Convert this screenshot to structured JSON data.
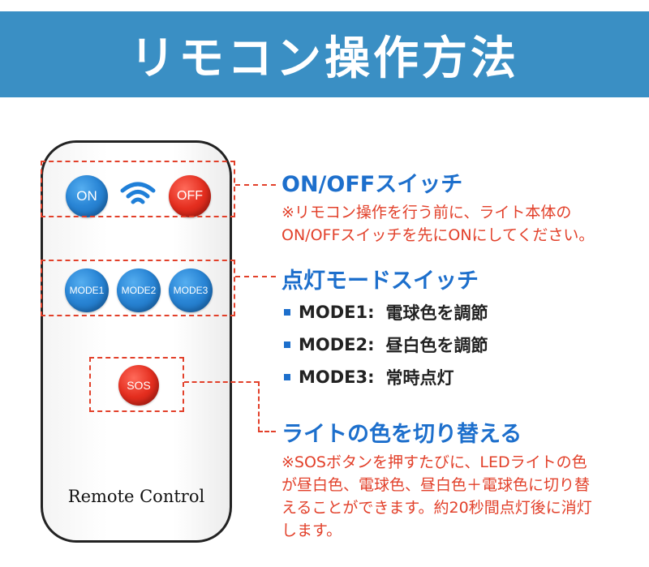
{
  "header": {
    "title": "リモコン操作方法"
  },
  "remote": {
    "label": "Remote Control",
    "buttons": {
      "on": "ON",
      "off": "OFF",
      "mode1": "MODE1",
      "mode2": "MODE2",
      "mode3": "MODE3",
      "sos": "SOS"
    },
    "signal_icon": "wifi-signal-icon"
  },
  "sections": {
    "onoff": {
      "heading": "ON/OFFスイッチ",
      "note_line1": "※リモコン操作を行う前に、ライト本体の",
      "note_line2": "ON/OFFスイッチを先にONにしてください。"
    },
    "mode": {
      "heading": "点灯モードスイッチ",
      "items": [
        {
          "name": "MODE1:",
          "desc": "電球色を調節"
        },
        {
          "name": "MODE2:",
          "desc": "昼白色を調節"
        },
        {
          "name": "MODE3:",
          "desc": "常時点灯"
        }
      ]
    },
    "sos": {
      "heading": "ライトの色を切り替える",
      "note_line1": "※SOSボタンを押すたびに、LEDライトの色",
      "note_line2": "が昼白色、電球色、昼白色＋電球色に切り替",
      "note_line3": "えることができます。約20秒間点灯後に消灯",
      "note_line4": "します。"
    }
  },
  "colors": {
    "header_bg": "#3a8fc4",
    "accent_blue": "#1d6fcc",
    "accent_red": "#e2402a"
  }
}
